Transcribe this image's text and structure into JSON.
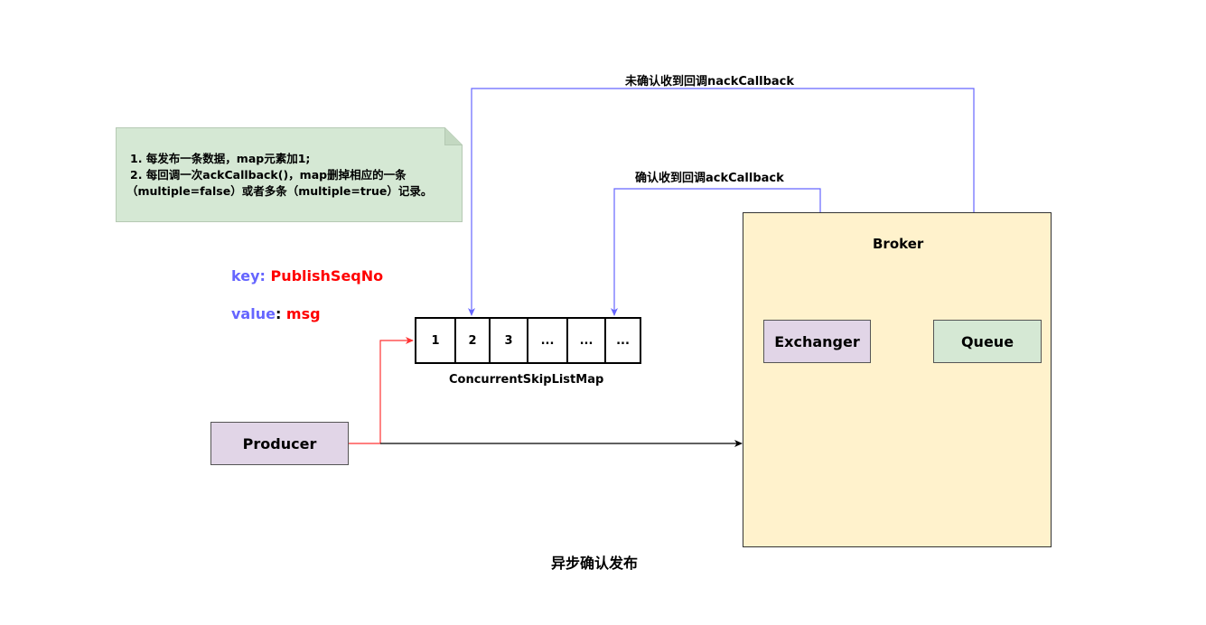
{
  "note": {
    "lines": [
      "1. 每发布一条数据，map元素加1;",
      "2. 每回调一次ackCallback()，map删掉相应的一条",
      "（multiple=false）或者多条（multiple=true）记录。"
    ],
    "fill": "#d5e8d4",
    "stroke": "#b5c9b3"
  },
  "kv": {
    "key_label": "key",
    "key_value": "PublishSeqNo",
    "value_label": "value",
    "value_value": "msg",
    "label_color": "#6666ff",
    "value_color": "#ff0000"
  },
  "map": {
    "cells": [
      "1",
      "2",
      "3",
      "...",
      "...",
      "..."
    ],
    "caption": "ConcurrentSkipListMap"
  },
  "producer": {
    "label": "Producer",
    "fill": "#e1d5e7"
  },
  "broker": {
    "label": "Broker",
    "fill": "#fff2cc",
    "exchanger": {
      "label": "Exchanger",
      "fill": "#e1d5e7"
    },
    "queue": {
      "label": "Queue",
      "fill": "#d5e8d4"
    }
  },
  "edges": {
    "nack_label": "未确认收到回调nackCallback",
    "ack_label": "确认收到回调ackCallback",
    "callback_color": "#6666ff",
    "publish_color": "#ff3333"
  },
  "title": "异步确认发布"
}
